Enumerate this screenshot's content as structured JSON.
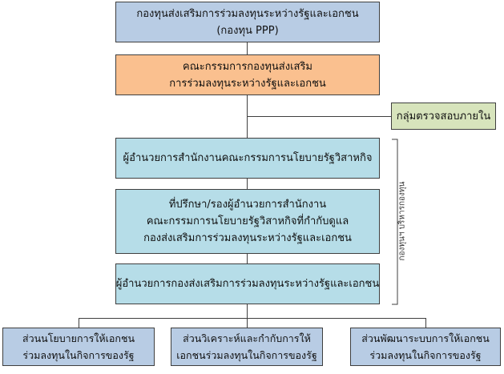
{
  "fund": {
    "line1": "กองทุนส่งเสริมการร่วมลงทุนระหว่างรัฐและเอกชน",
    "line2": "(กองทุน PPP)"
  },
  "committee": {
    "line1": "คณะกรรมการกองทุนส่งเสริม",
    "line2": "การร่วมลงทุนระหว่างรัฐและเอกชน"
  },
  "audit": {
    "label": "กลุ่มตรวจสอบภายใน"
  },
  "director": {
    "label": "ผู้อำนวยการสำนักงานคณะกรรมการนโยบายรัฐวิสาหกิจ"
  },
  "advisor": {
    "line1": "ที่ปรึกษา/รองผู้อำนวยการสำนักงาน",
    "line2": "คณะกรรมการนโยบายรัฐวิสาหกิจที่กำกับดูแล",
    "line3": "กองส่งเสริมการร่วมลงทุนระหว่างรัฐและเอกชน"
  },
  "division_director": {
    "label": "ผู้อำนวยการกองส่งเสริมการร่วมลงทุนระหว่างรัฐและเอกชน"
  },
  "brace": {
    "label": "กองทุนฯ บริหารกองทุน"
  },
  "units": [
    {
      "line1": "ส่วนนโยบายการให้เอกชน",
      "line2": "ร่วมลงทุนในกิจการของรัฐ"
    },
    {
      "line1": "ส่วนวิเคราะห์และกำกับการให้",
      "line2": "เอกชนร่วมลงทุนในกิจการของรัฐ"
    },
    {
      "line1": "ส่วนพัฒนาระบบการให้เอกชน",
      "line2": "ร่วมลงทุนในกิจการของรัฐ"
    }
  ],
  "colors": {
    "blue": "#b8cce4",
    "orange": "#fac08f",
    "green": "#d7e4bc",
    "teal": "#b6dde8",
    "border": "#3f3f3f"
  }
}
